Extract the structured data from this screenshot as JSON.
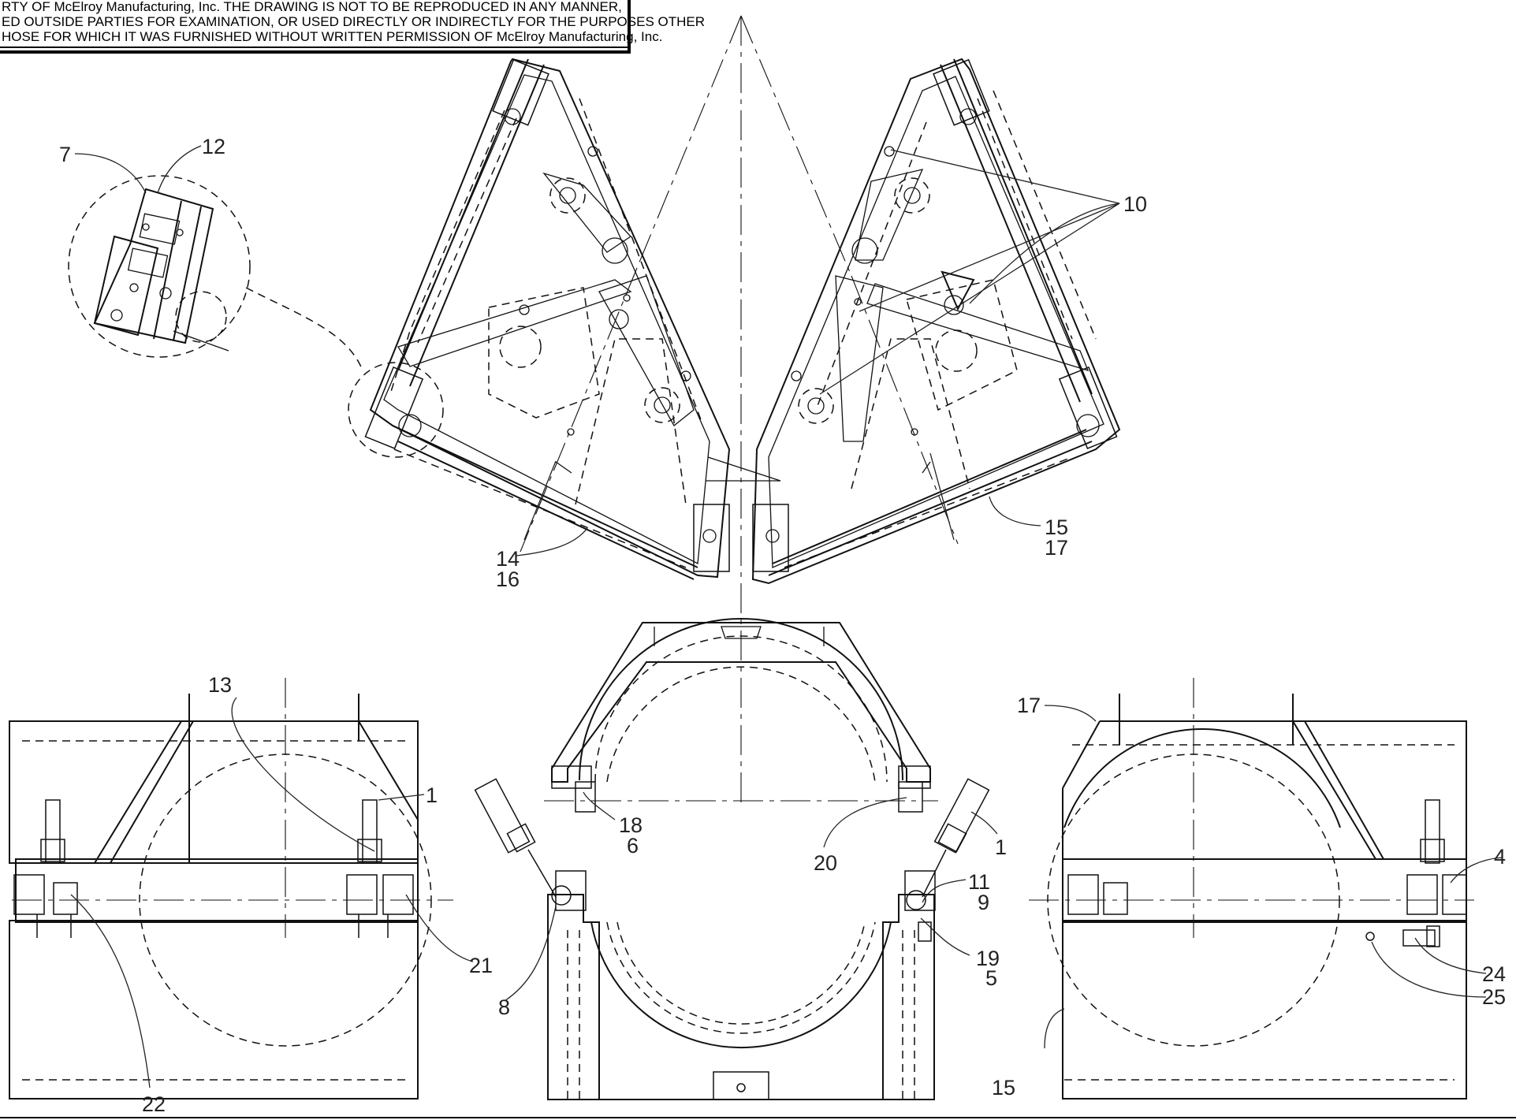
{
  "notice": {
    "line1": "RTY OF McElroy Manufacturing, Inc. THE DRAWING IS NOT TO BE REPRODUCED IN ANY MANNER,",
    "line2": "ED OUTSIDE PARTIES FOR EXAMINATION, OR USED DIRECTLY OR INDIRECTLY FOR THE PURPOSES OTHER",
    "line3": "HOSE FOR WHICH IT WAS FURNISHED WITHOUT WRITTEN PERMISSION OF McElroy Manufacturing, Inc."
  },
  "callouts": {
    "c7": "7",
    "c12": "12",
    "c10": "10",
    "c14": "14",
    "c16": "16",
    "c15_top": "15",
    "c17_top": "17",
    "c13": "13",
    "c1_left": "1",
    "c21": "21",
    "c22": "22",
    "c18": "18",
    "c6": "6",
    "c20": "20",
    "c1_center": "1",
    "c11": "11",
    "c9": "9",
    "c19": "19",
    "c5": "5",
    "c8": "8",
    "c17_right": "17",
    "c4": "4",
    "c24": "24",
    "c25": "25",
    "c15_bottom": "15"
  }
}
